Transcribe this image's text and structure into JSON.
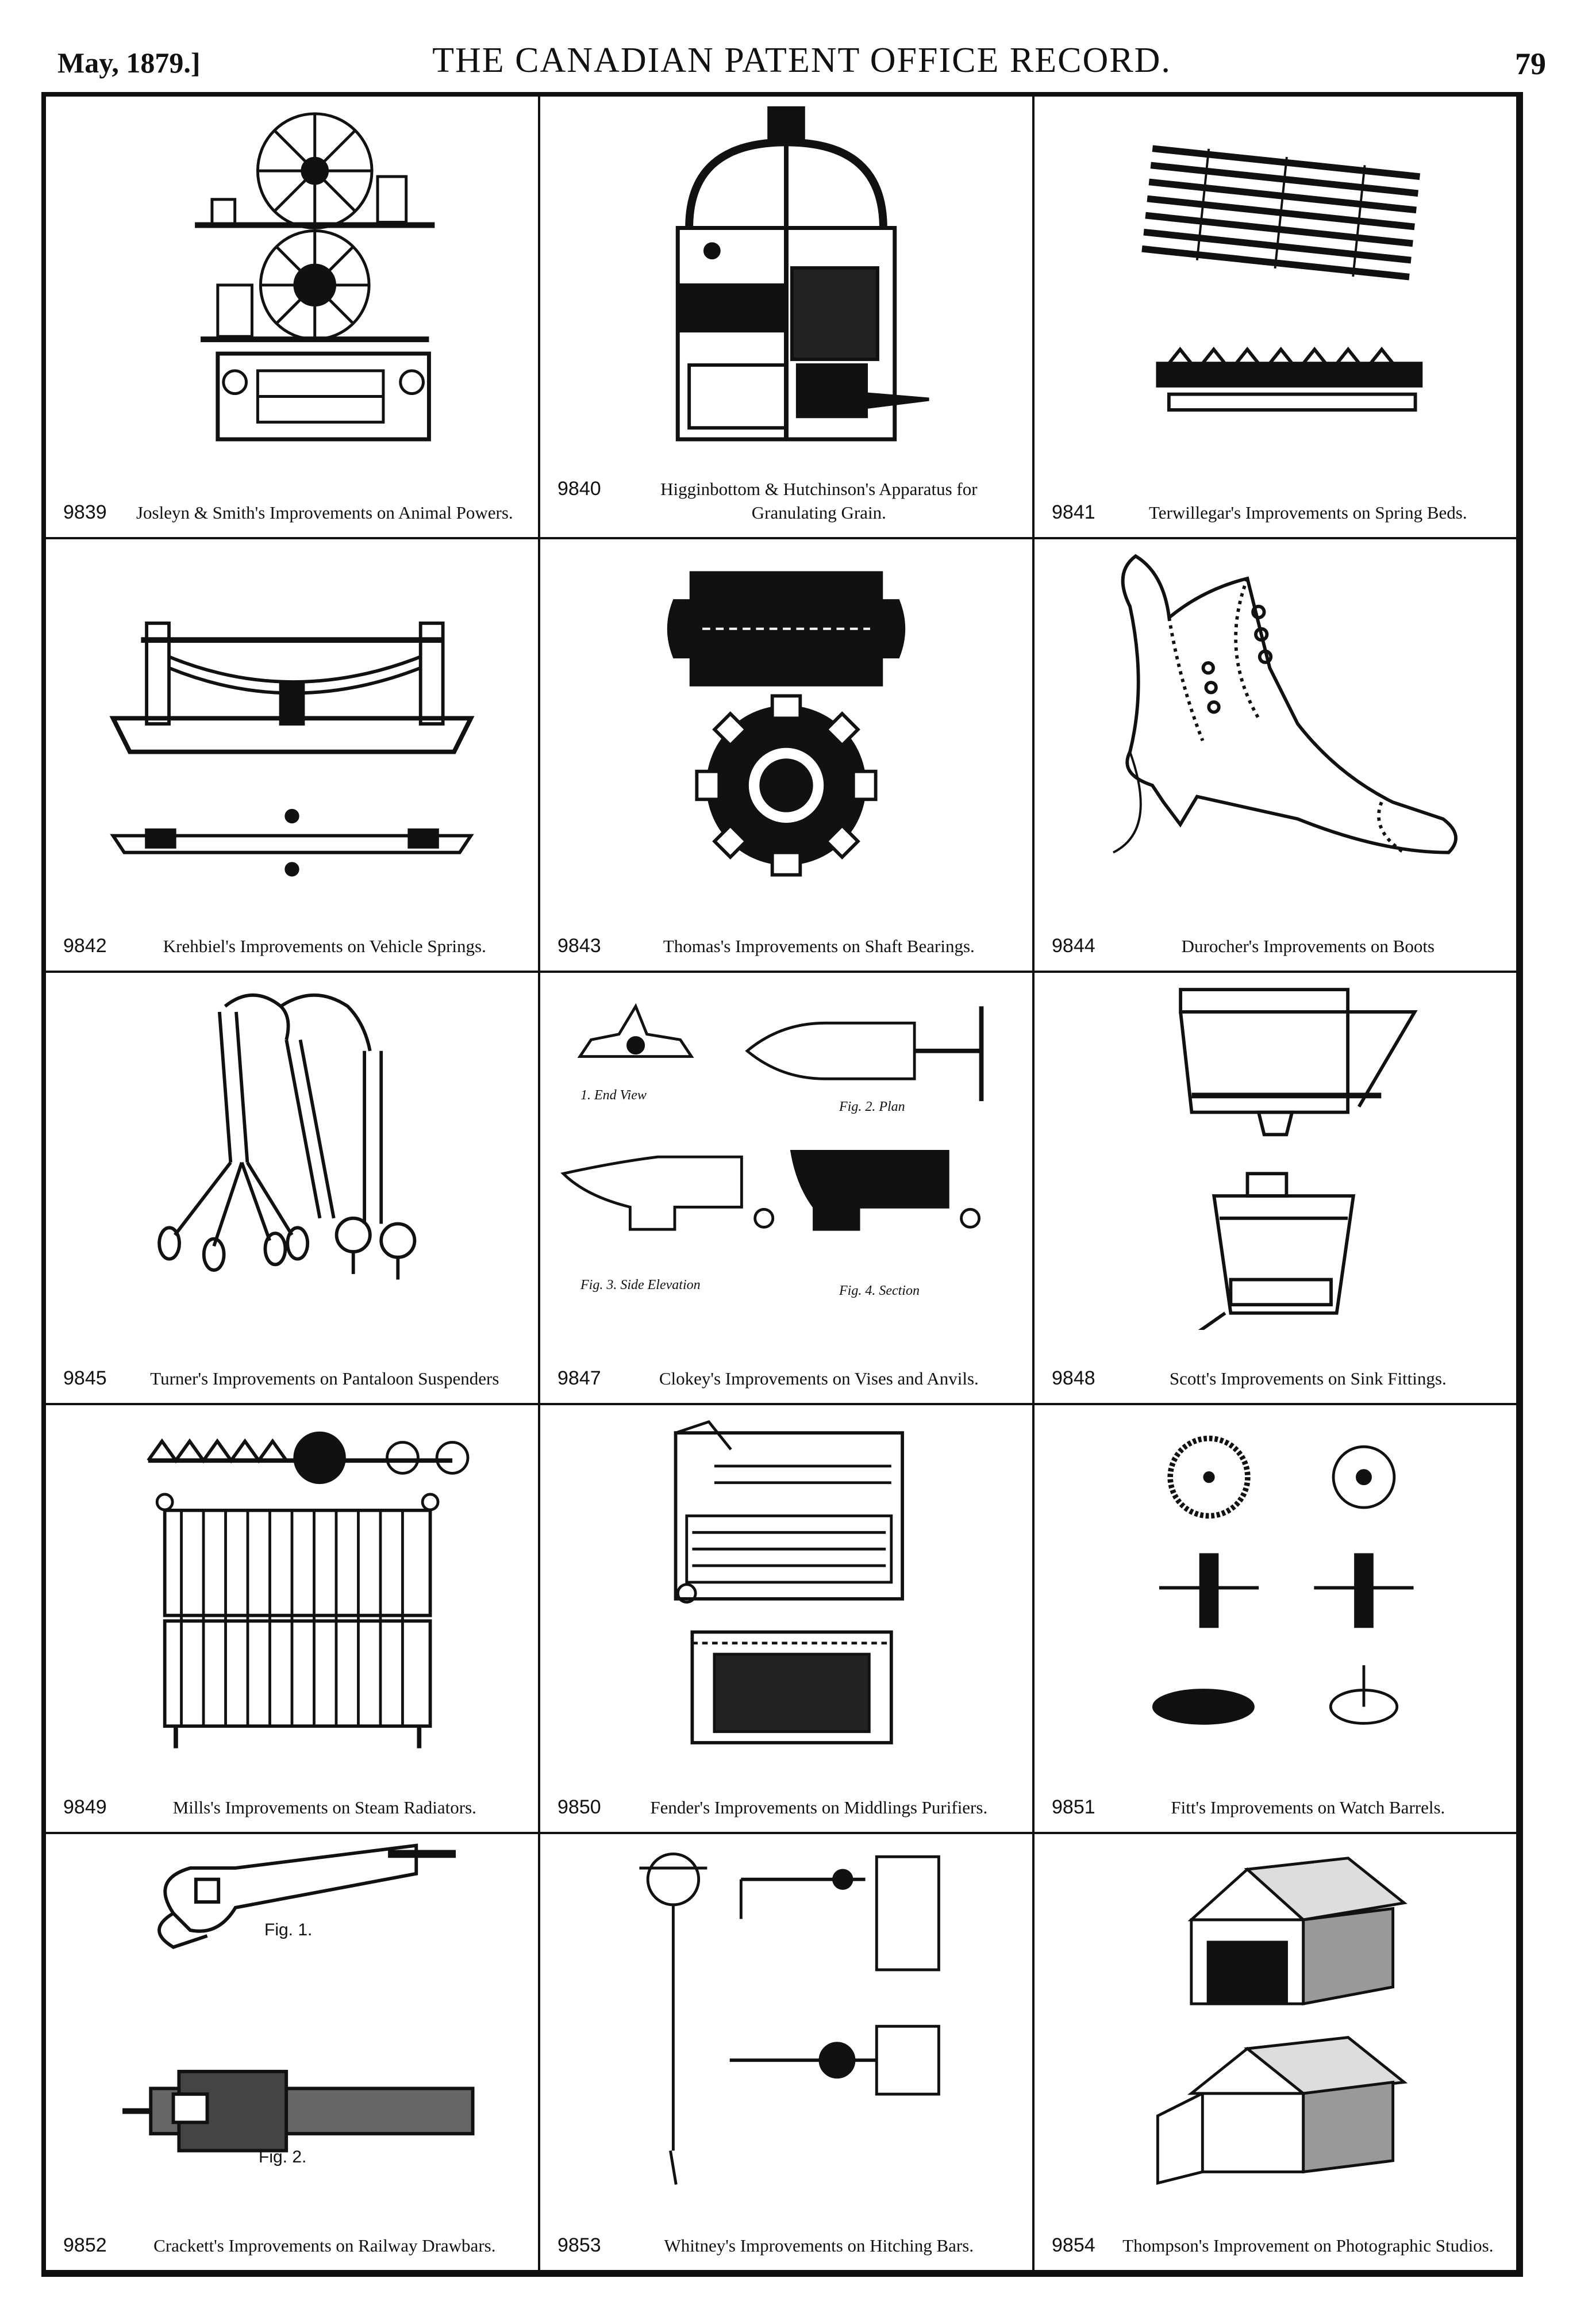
{
  "header": {
    "date": "May, 1879.]",
    "title": "THE CANADIAN PATENT OFFICE RECORD.",
    "page_number": "79"
  },
  "patents": [
    {
      "number": "9839",
      "description": "Josleyn & Smith's Improvements on Animal Powers."
    },
    {
      "number": "9840",
      "description": "Higginbottom & Hutchinson's Apparatus for Granulating Grain."
    },
    {
      "number": "9841",
      "description": "Terwillegar's Improvements on Spring Beds."
    },
    {
      "number": "9842",
      "description": "Krehbiel's Improvements on Vehicle Springs."
    },
    {
      "number": "9843",
      "description": "Thomas's Improvements on Shaft Bearings."
    },
    {
      "number": "9844",
      "description": "Durocher's Improvements on Boots"
    },
    {
      "number": "9845",
      "description": "Turner's Improvements on Pantaloon Suspenders"
    },
    {
      "number": "9847",
      "description": "Clokey's Improvements on Vises and Anvils."
    },
    {
      "number": "9848",
      "description": "Scott's Improvements on Sink Fittings."
    },
    {
      "number": "9849",
      "description": "Mills's Improvements on Steam Radiators."
    },
    {
      "number": "9850",
      "description": "Fender's Improvements on Middlings Purifiers."
    },
    {
      "number": "9851",
      "description": "Fitt's Improvements on Watch Barrels."
    },
    {
      "number": "9852",
      "description": "Crackett's Improvements on Railway Drawbars."
    },
    {
      "number": "9853",
      "description": "Whitney's Improvements on Hitching Bars."
    },
    {
      "number": "9854",
      "description": "Thompson's Improvement on Photographic Studios."
    }
  ],
  "figure_labels": {
    "anvil_fig1": "1. End View",
    "anvil_fig2": "Fig. 2. Plan",
    "anvil_fig3": "Fig. 3. Side Elevation",
    "anvil_fig4": "Fig. 4. Section",
    "drawbar_fig1": "Fig. 1.",
    "drawbar_fig2": "Fig. 2."
  }
}
